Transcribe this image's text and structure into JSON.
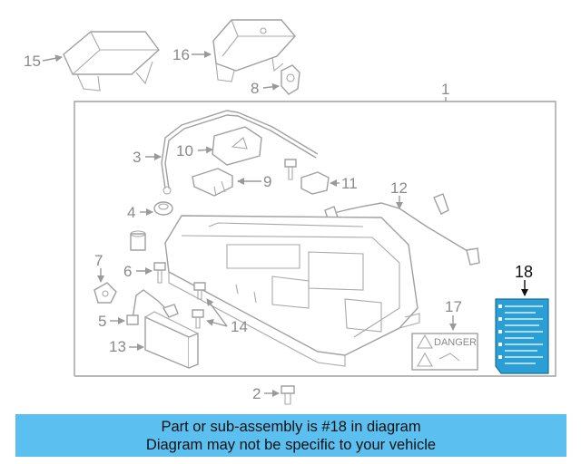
{
  "diagram": {
    "labels": {
      "p1": "1",
      "p2": "2",
      "p3": "3",
      "p4": "4",
      "p5": "5",
      "p6": "6",
      "p7": "7",
      "p8": "8",
      "p9": "9",
      "p10": "10",
      "p11": "11",
      "p12": "12",
      "p13": "13",
      "p14": "14",
      "p15": "15",
      "p16": "16",
      "p17": "17",
      "p18": "18"
    },
    "highlighted_part": "18",
    "danger_label_text": "DANGER"
  },
  "banner": {
    "line1": "Part or sub-assembly is #18 in diagram",
    "line2": "Diagram may not be specific to your vehicle",
    "color": "#5bc0f0"
  },
  "colors": {
    "line": "#a0a0a0",
    "label": "#8a8a8a",
    "highlight_fill": "#2a9fd6"
  }
}
